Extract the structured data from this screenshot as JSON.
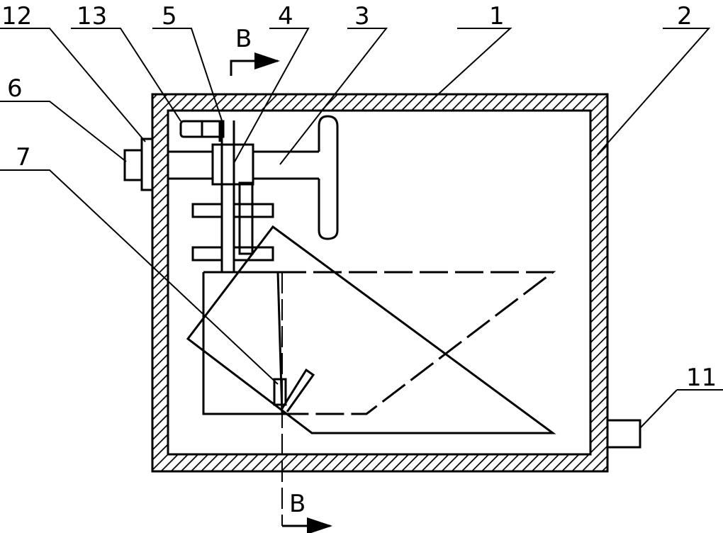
{
  "callouts": [
    {
      "key": "p12",
      "text": "12"
    },
    {
      "key": "p13",
      "text": "13"
    },
    {
      "key": "p5",
      "text": "5"
    },
    {
      "key": "p4",
      "text": "4"
    },
    {
      "key": "p3",
      "text": "3"
    },
    {
      "key": "p1",
      "text": "1"
    },
    {
      "key": "p2",
      "text": "2"
    },
    {
      "key": "p6",
      "text": "6"
    },
    {
      "key": "p7",
      "text": "7"
    },
    {
      "key": "p11",
      "text": "11"
    }
  ],
  "section": {
    "top_label": "B",
    "bottom_label": "B"
  }
}
